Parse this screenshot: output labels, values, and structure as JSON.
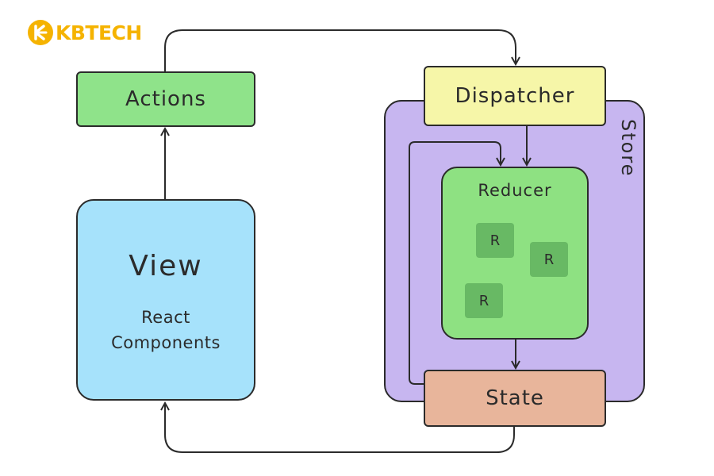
{
  "logo": {
    "text": "KBTECH",
    "color": "#f5b301"
  },
  "nodes": {
    "actions": {
      "label": "Actions",
      "color": "#8fe38a"
    },
    "view": {
      "title": "View",
      "subtitle_line1": "React",
      "subtitle_line2": "Components",
      "color": "#a6e2fb"
    },
    "dispatcher": {
      "label": "Dispatcher",
      "color": "#f6f6a8"
    },
    "store": {
      "label": "Store",
      "color": "#c7b6f0"
    },
    "reducer": {
      "label": "Reducer",
      "color": "#8ee182",
      "chip_color": "#68b964"
    },
    "state": {
      "label": "State",
      "color": "#e8b59b"
    },
    "r_chips": [
      "R",
      "R",
      "R"
    ]
  },
  "diagram": {
    "stroke": "#2b2b2b",
    "edges": [
      {
        "from": "actions",
        "to": "dispatcher"
      },
      {
        "from": "dispatcher",
        "to": "reducer"
      },
      {
        "from": "state",
        "to": "reducer"
      },
      {
        "from": "reducer",
        "to": "state"
      },
      {
        "from": "state",
        "to": "view"
      },
      {
        "from": "view",
        "to": "actions"
      }
    ]
  }
}
